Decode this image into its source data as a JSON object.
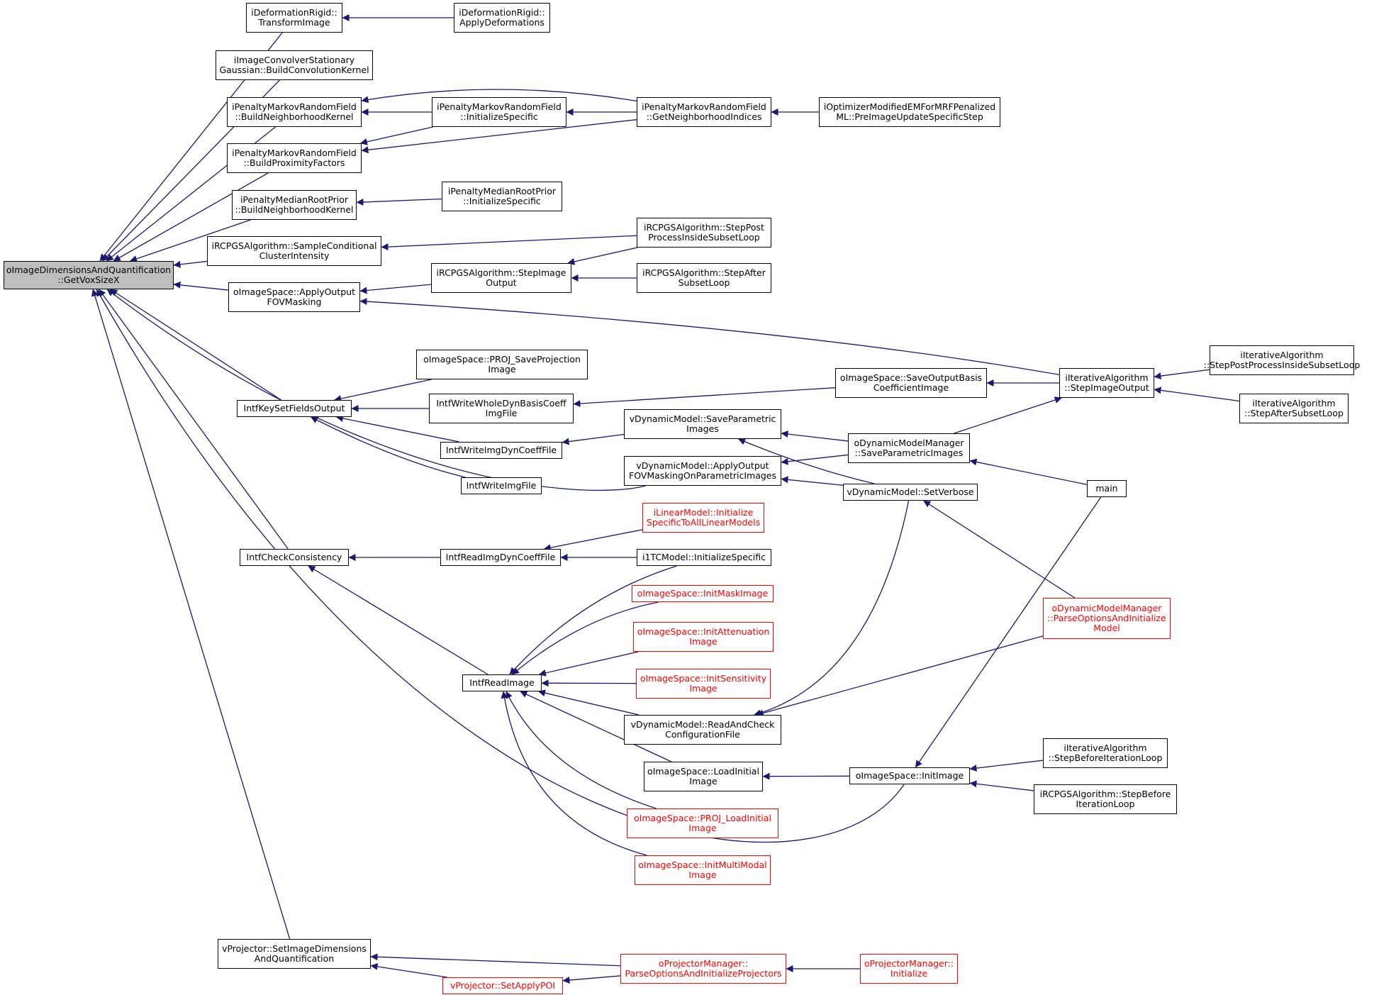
{
  "graph": {
    "root": [
      "oImageDimensionsAndQuantification",
      "::GetVoxSizeX"
    ],
    "nodes": {
      "deformTransform": [
        "iDeformationRigid::",
        "TransformImage"
      ],
      "deformApply": [
        "iDeformationRigid::",
        "ApplyDeformations"
      ],
      "convKernel": [
        "iImageConvolverStationary",
        "Gaussian::BuildConvolutionKernel"
      ],
      "pmrfNeigh": [
        "iPenaltyMarkovRandomField",
        "::BuildNeighborhoodKernel"
      ],
      "pmrfInit": [
        "iPenaltyMarkovRandomField",
        "::InitializeSpecific"
      ],
      "pmrfGetNeigh": [
        "iPenaltyMarkovRandomField",
        "::GetNeighborhoodIndices"
      ],
      "optimizerMRF": [
        "iOptimizerModifiedEMForMRFPenalized",
        "ML::PreImageUpdateSpecificStep"
      ],
      "pmrfProx": [
        "iPenaltyMarkovRandomField",
        "::BuildProximityFactors"
      ],
      "pmrpNeigh": [
        "iPenaltyMedianRootPrior",
        "::BuildNeighborhoodKernel"
      ],
      "pmrpInit": [
        "iPenaltyMedianRootPrior",
        "::InitializeSpecific"
      ],
      "rcpgsSample": [
        "iRCPGSAlgorithm::SampleConditional",
        "ClusterIntensity"
      ],
      "rcpgsStepPost": [
        "iRCPGSAlgorithm::StepPost",
        "ProcessInsideSubsetLoop"
      ],
      "imgSpaceApplyFOV": [
        "oImageSpace::ApplyOutput",
        "FOVMasking"
      ],
      "rcpgsStepImage": [
        "iRCPGSAlgorithm::StepImage",
        "Output"
      ],
      "rcpgsStepAfter": [
        "iRCPGSAlgorithm::StepAfter",
        "SubsetLoop"
      ],
      "iterStepPost": [
        "iIterativeAlgorithm",
        "::StepPostProcessInsideSubsetLoop"
      ],
      "projSaveProjection": [
        "oImageSpace::PROJ_SaveProjection",
        "Image"
      ],
      "imgSpaceSaveBasis": [
        "oImageSpace::SaveOutputBasis",
        "CoefficientImage"
      ],
      "iterStepImage": [
        "iIterativeAlgorithm",
        "::StepImageOutput"
      ],
      "keySetFields": [
        "IntfKeySetFieldsOutput"
      ],
      "writeWholeDyn": [
        "IntfWriteWholeDynBasisCoeff",
        "ImgFile"
      ],
      "iterStepAfter": [
        "iIterativeAlgorithm",
        "::StepAfterSubsetLoop"
      ],
      "dynSaveParam": [
        "vDynamicModel::SaveParametric",
        "Images"
      ],
      "writeImgDyn": [
        "IntfWriteImgDynCoeffFile"
      ],
      "dynMgrSave": [
        "oDynamicModelManager",
        "::SaveParametricImages"
      ],
      "dynApplyFOV": [
        "vDynamicModel::ApplyOutput",
        "FOVMaskingOnParametricImages"
      ],
      "writeImgFile": [
        "IntfWriteImgFile"
      ],
      "dynSetVerbose": [
        "vDynamicModel::SetVerbose"
      ],
      "main": [
        "main"
      ],
      "linearInit": [
        "iLinearModel::Initialize",
        "SpecificToAllLinearModels"
      ],
      "checkConsistency": [
        "IntfCheckConsistency"
      ],
      "readImgDyn": [
        "IntfReadImgDynCoeffFile"
      ],
      "oneTCInit": [
        "i1TCModel::InitializeSpecific"
      ],
      "initMask": [
        "oImageSpace::InitMaskImage"
      ],
      "dynMgrParse": [
        "oDynamicModelManager",
        "::ParseOptionsAndInitialize",
        "Model"
      ],
      "initAtten": [
        "oImageSpace::InitAttenuation",
        "Image"
      ],
      "readImage": [
        "IntfReadImage"
      ],
      "initSens": [
        "oImageSpace::InitSensitivity",
        "Image"
      ],
      "dynReadCheck": [
        "vDynamicModel::ReadAndCheck",
        "ConfigurationFile"
      ],
      "iterStepBefore": [
        "iIterativeAlgorithm",
        "::StepBeforeIterationLoop"
      ],
      "loadInitial": [
        "oImageSpace::LoadInitial",
        "Image"
      ],
      "imgSpaceInitImage": [
        "oImageSpace::InitImage"
      ],
      "rcpgsStepBefore": [
        "iRCPGSAlgorithm::StepBefore",
        "IterationLoop"
      ],
      "projLoadInitial": [
        "oImageSpace::PROJ_LoadInitial",
        "Image"
      ],
      "initMultiModal": [
        "oImageSpace::InitMultiModal",
        "Image"
      ],
      "projSetImageDim": [
        "vProjector::SetImageDimensions",
        "AndQuantification"
      ],
      "projMgrParse": [
        "oProjectorManager::",
        "ParseOptionsAndInitializeProjectors"
      ],
      "projMgrInit": [
        "oProjectorManager::",
        "Initialize"
      ],
      "projSetApplyPOI": [
        "vProjector::SetApplyPOI"
      ]
    }
  },
  "colors": {
    "edge": "#191970",
    "border": "#000000",
    "incomplete_border": "#ff0000",
    "root_fill": "#bfbfbf"
  }
}
